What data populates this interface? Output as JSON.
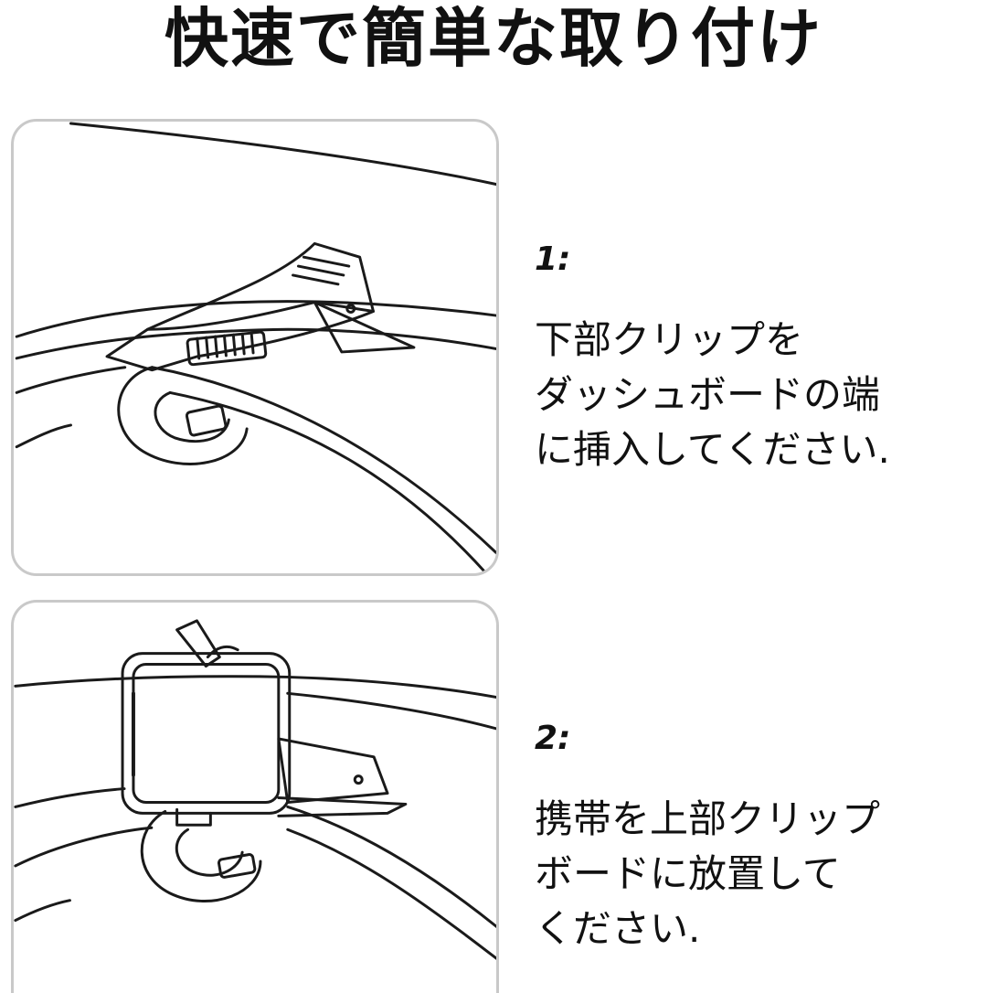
{
  "title": "快速で簡単な取り付け",
  "steps": [
    {
      "number": "1:",
      "lines": [
        "下部クリップを",
        "ダッシュボードの端",
        "に挿入してください."
      ],
      "illustration_icon": "clip-insert-illustration"
    },
    {
      "number": "2:",
      "lines": [
        "携帯を上部クリップ",
        "ボードに放置して",
        "ください."
      ],
      "illustration_icon": "phone-mount-illustration"
    }
  ]
}
